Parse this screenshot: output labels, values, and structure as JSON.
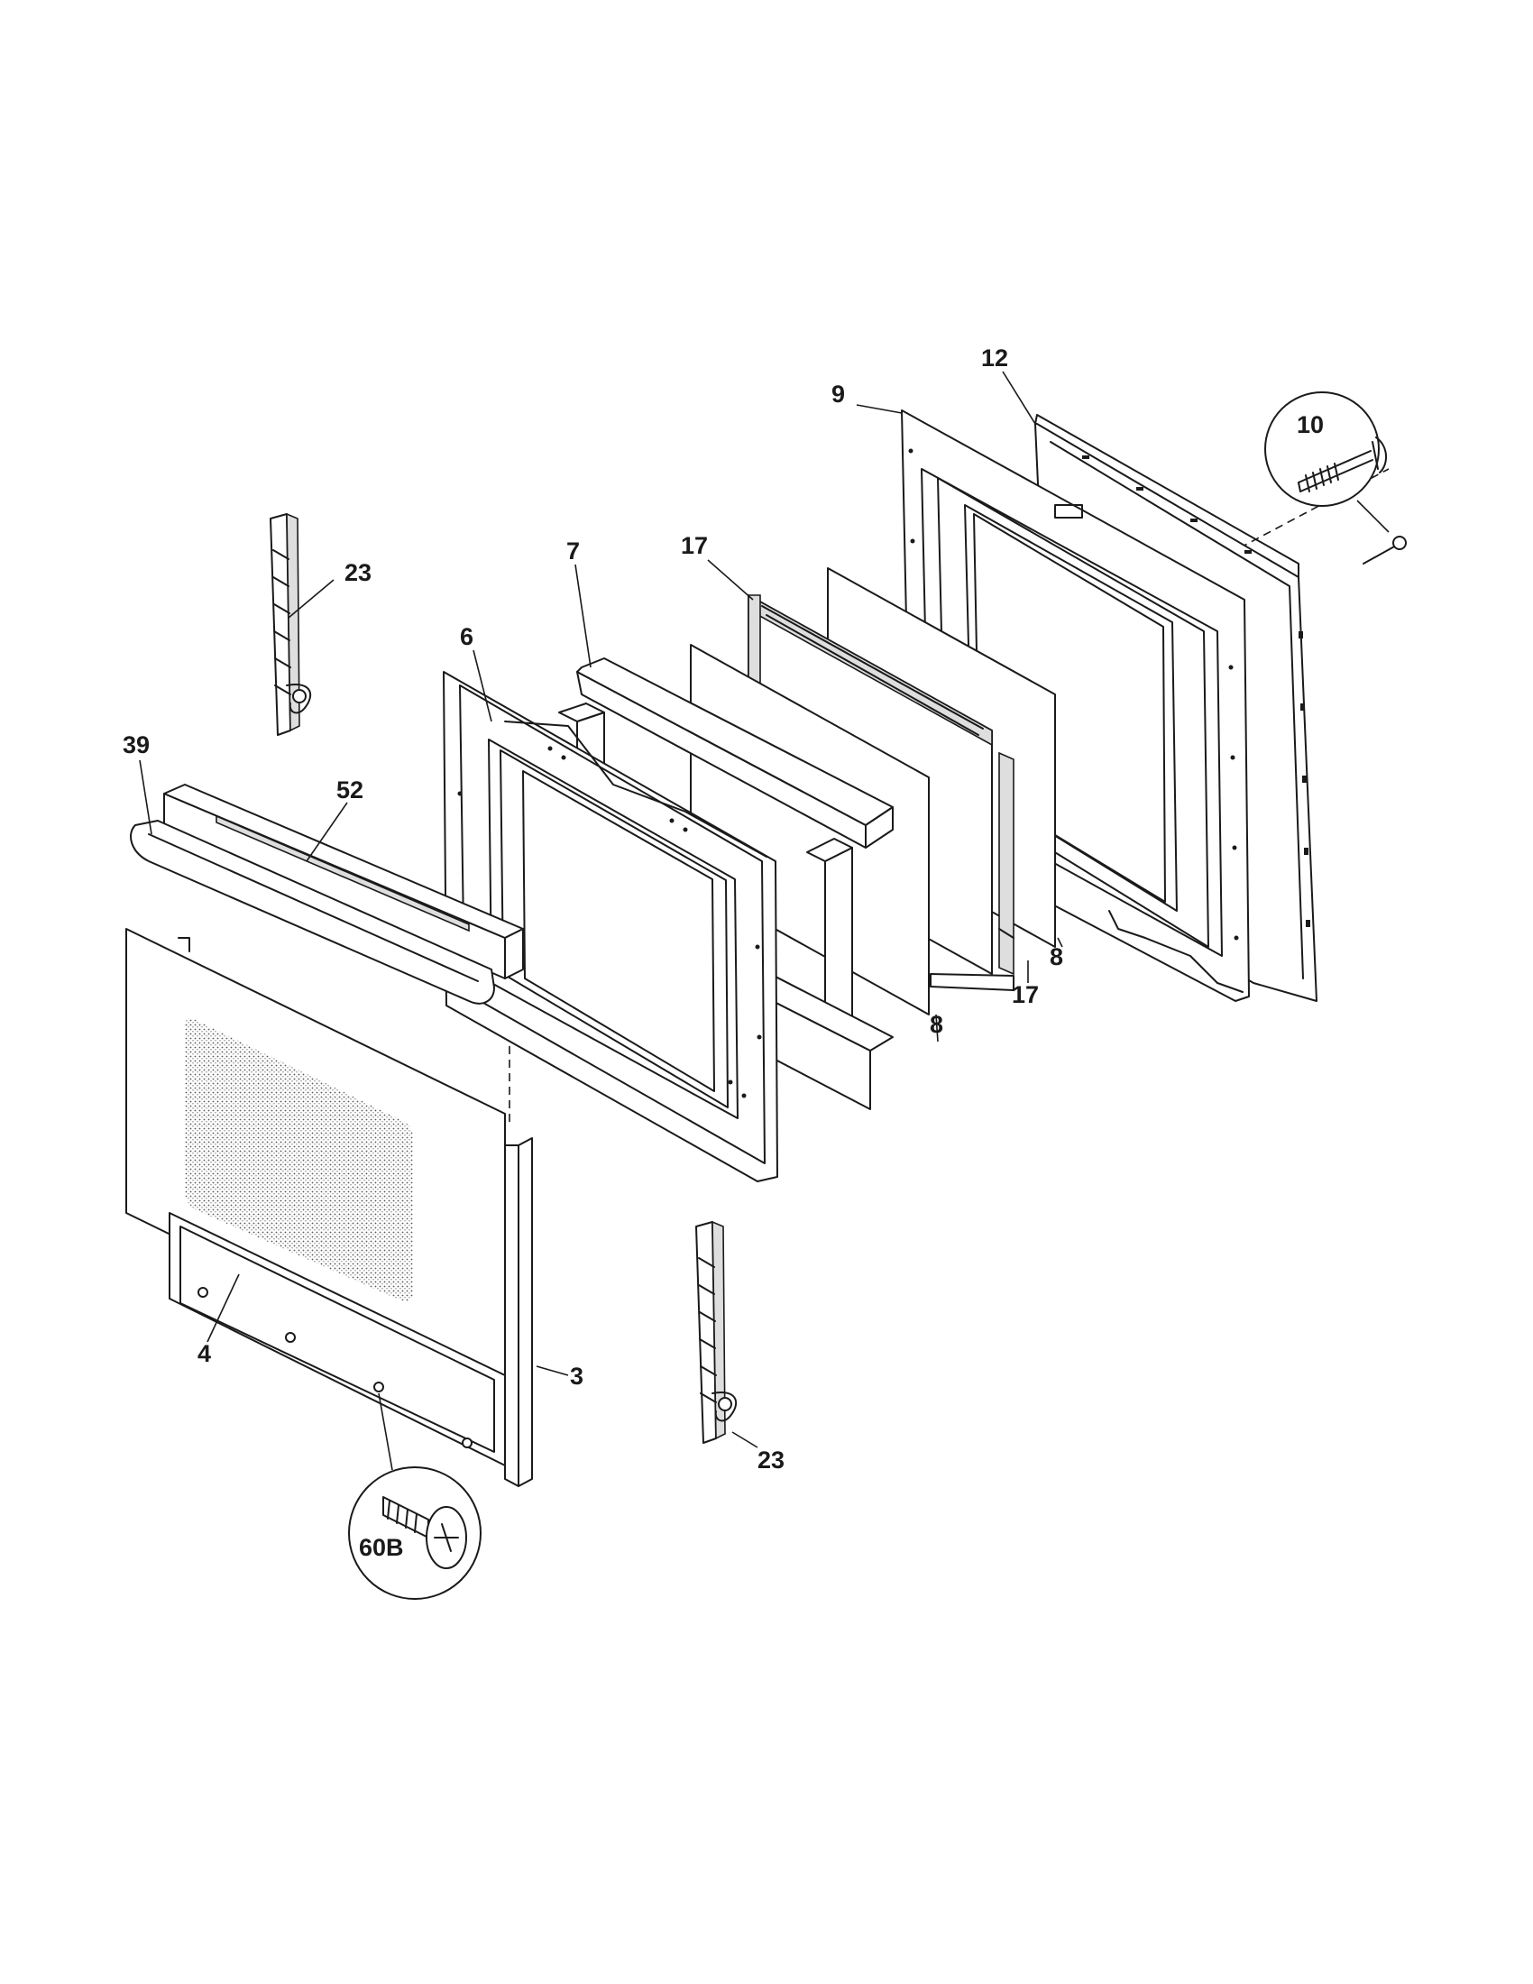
{
  "callouts": {
    "c12": "12",
    "c9": "9",
    "c10": "10",
    "c17a": "17",
    "c7": "7",
    "c23a": "23",
    "c6": "6",
    "c39": "39",
    "c52": "52",
    "c8a": "8",
    "c8b": "8",
    "c17b": "17",
    "c4": "4",
    "c3": "3",
    "c23b": "23",
    "c60b": "60B"
  }
}
